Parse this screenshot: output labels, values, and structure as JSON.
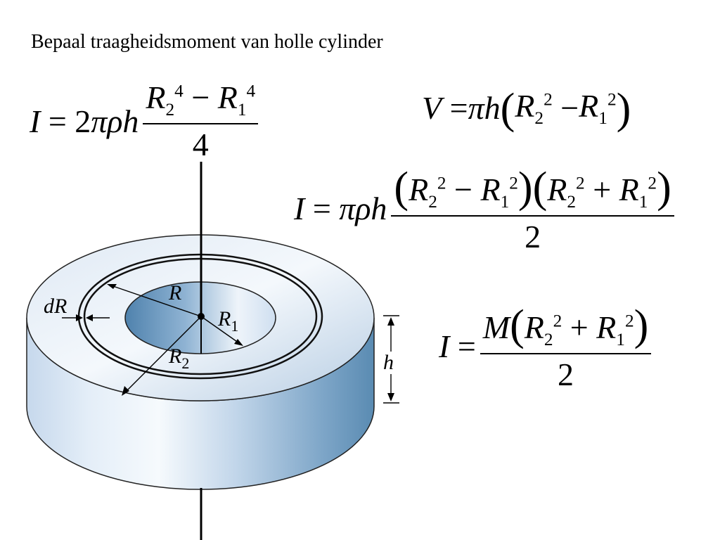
{
  "title": "Bepaal traagheidsmoment van holle cylinder",
  "equations": {
    "eq1": {
      "lhs": "I = 2πρh",
      "num": "R₂⁴ − R₁⁴",
      "den": "4"
    },
    "eq2": {
      "text": "V = πh(R₂² − R₁²)"
    },
    "eq3": {
      "lhs": "I = πρh",
      "num": "(R₂² − R₁²)(R₂² + R₁²)",
      "den": "2"
    },
    "eq4": {
      "lhs": "I =",
      "num": "M(R₂² + R₁²)",
      "den": "2"
    }
  },
  "diagram": {
    "labels": {
      "dR": "dR",
      "R": "R",
      "R1": "R1",
      "R2": "R2",
      "h": "h"
    },
    "colors": {
      "body_light": "#eaf2fa",
      "body_mid": "#b9cfe6",
      "body_dark": "#5f8fb5",
      "outline": "#222222"
    }
  }
}
